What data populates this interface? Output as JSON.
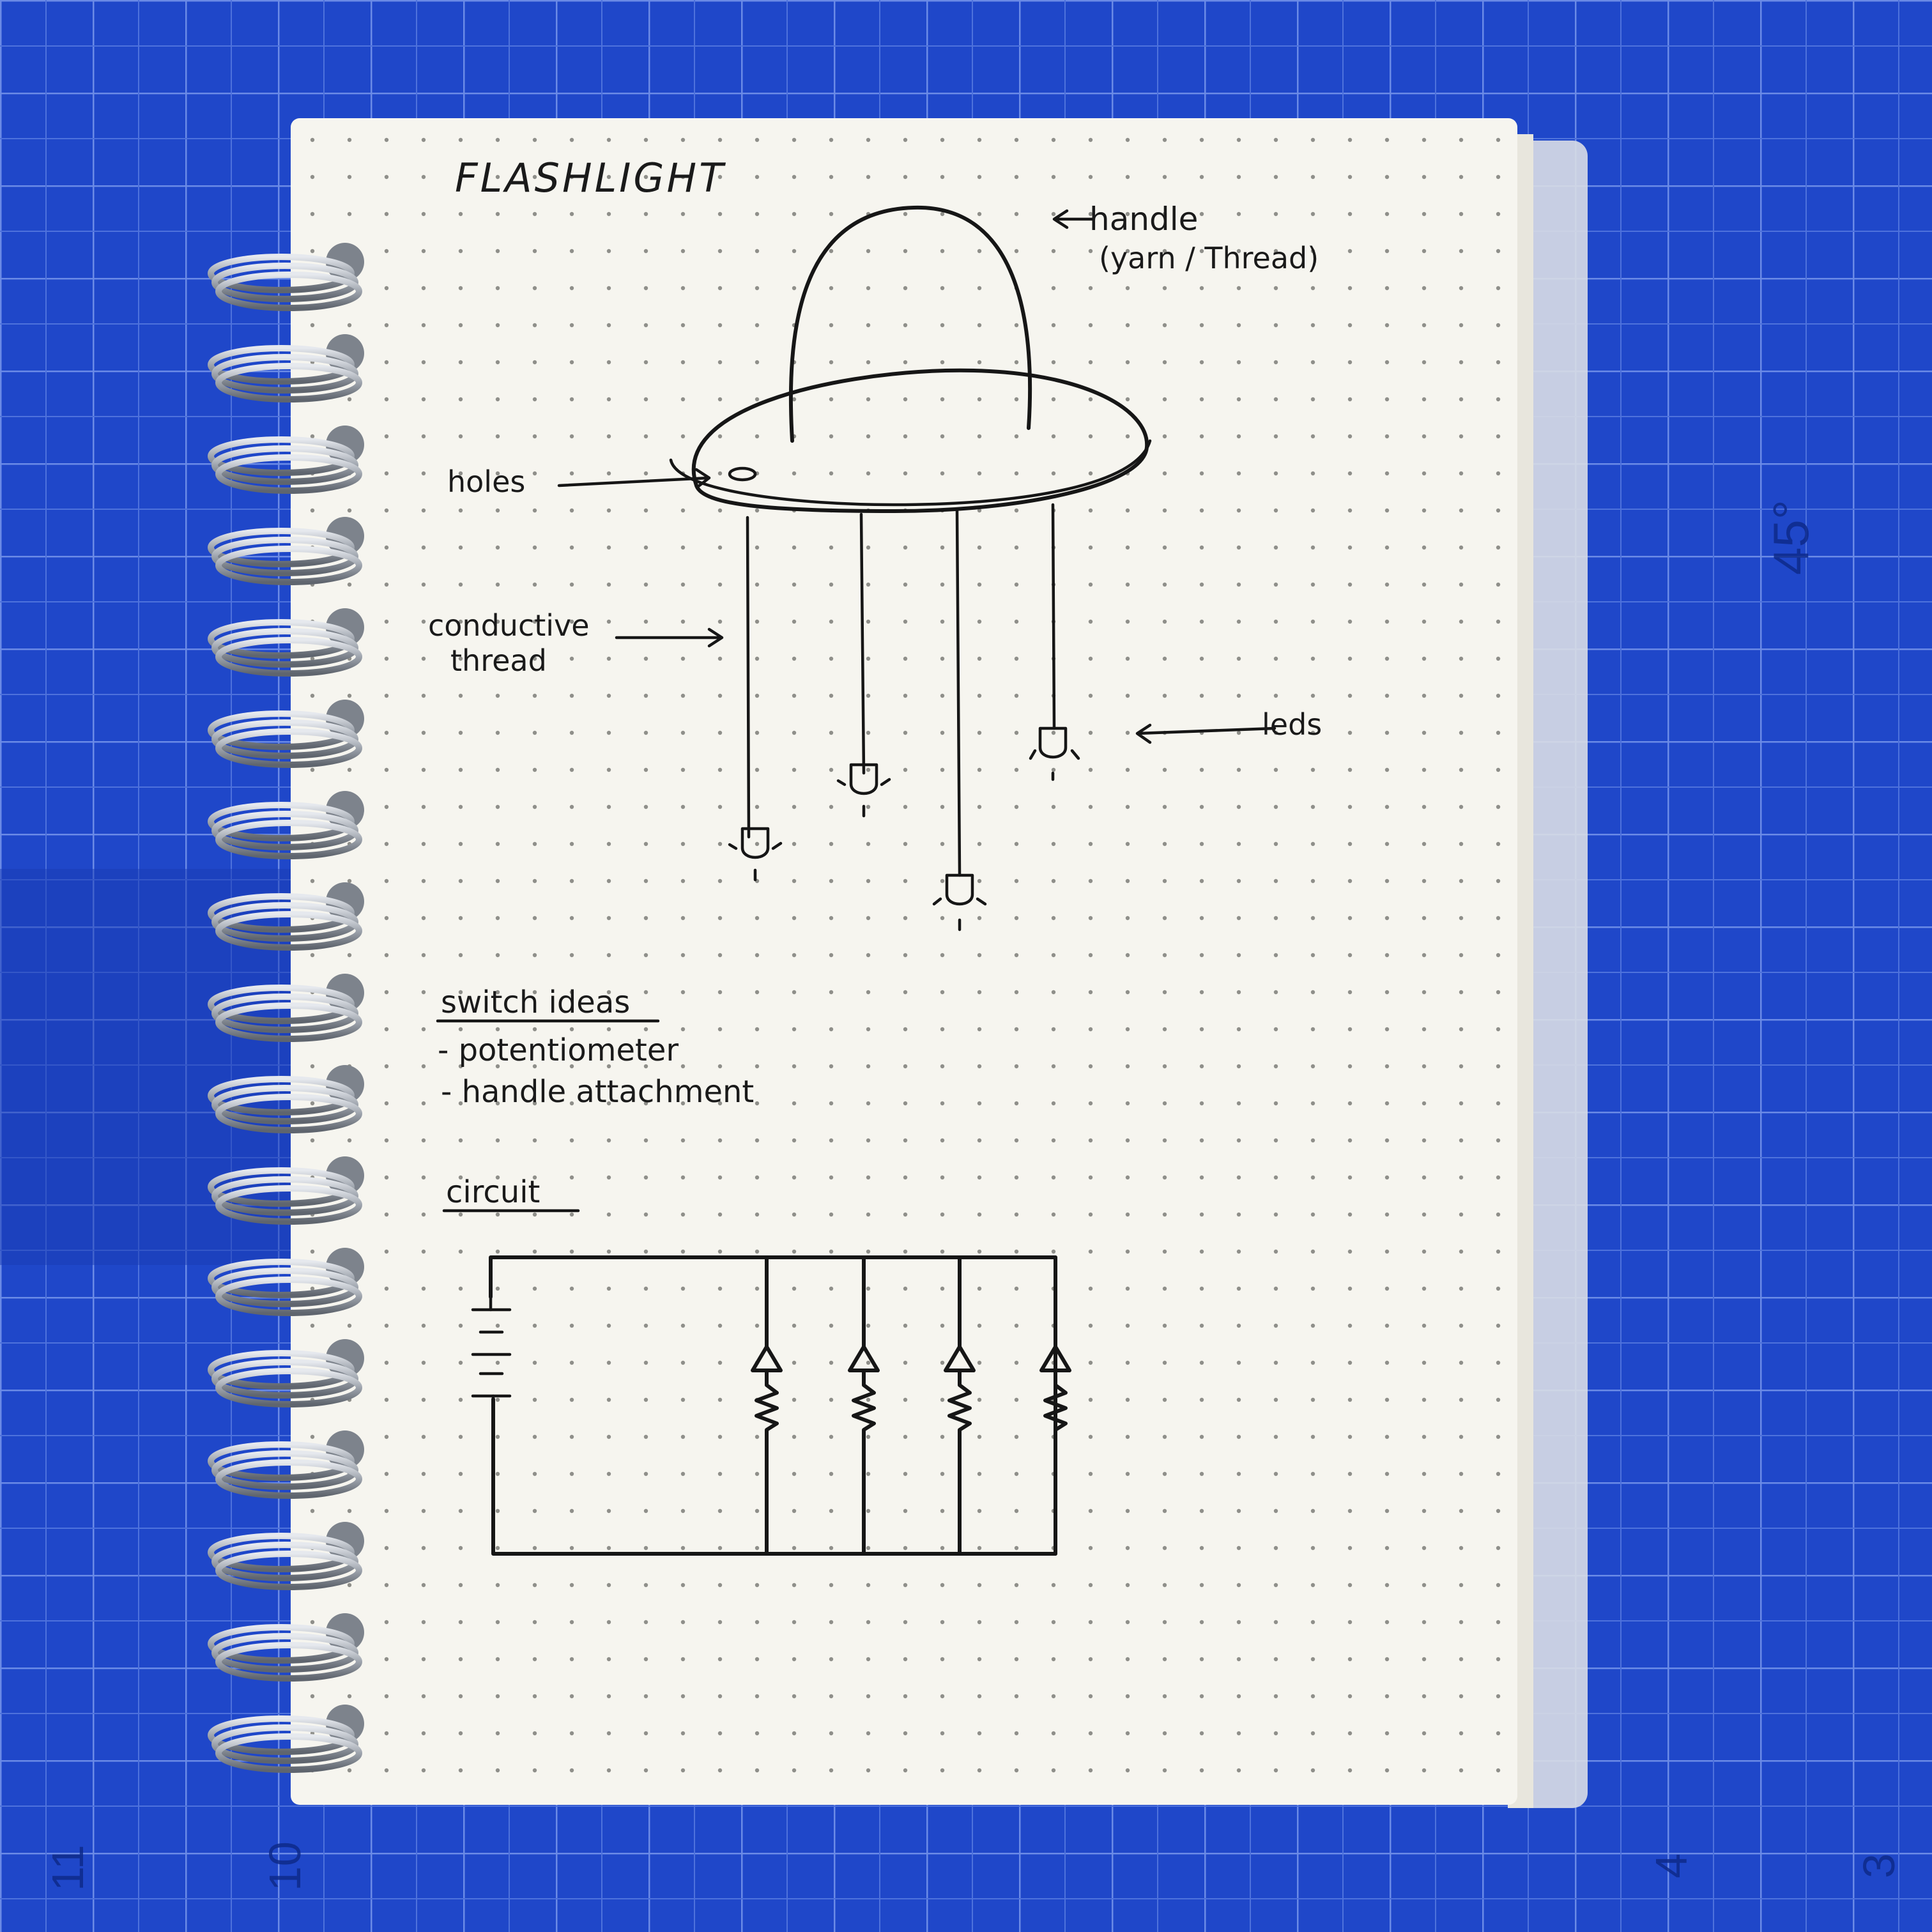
{
  "colors": {
    "mat": "#1f47c9",
    "mat_grid": "#5a7ee3",
    "paper": "#f6f5ef",
    "ink": "#161616",
    "cover": "#d9dde6",
    "spiral": "#b7bcc4"
  },
  "mat_markings": {
    "angle_label": "45°",
    "ruler_numbers": [
      "11",
      "10",
      "4",
      "3"
    ]
  },
  "notebook": {
    "title": "FLASHLIGHT",
    "handle_label_line1": "handle",
    "handle_label_line2": "(yarn / Thread)",
    "holes_label": "holes",
    "thread_label_line1": "conductive",
    "thread_label_line2": "thread",
    "leds_label": "leds",
    "switch_heading": "switch ideas",
    "switch_items": [
      "- potentiometer",
      "- handle attachment"
    ],
    "circuit_heading": "circuit"
  }
}
